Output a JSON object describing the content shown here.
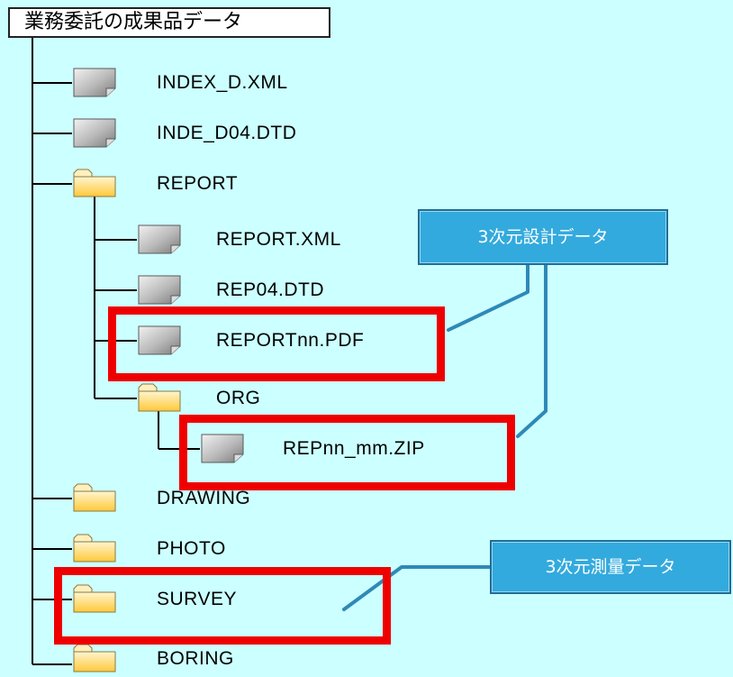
{
  "root": {
    "title": "業務委託の成果品データ"
  },
  "files": {
    "index_xml": "INDEX_D.XML",
    "index_dtd": "INDE_D04.DTD"
  },
  "report": {
    "folder": "REPORT",
    "xml": "REPORT.XML",
    "dtd": "REP04.DTD",
    "pdf": "REPORTnn.PDF",
    "org": {
      "folder": "ORG",
      "zip": "REPnn_mm.ZIP"
    }
  },
  "folders": {
    "drawing": "DRAWING",
    "photo": "PHOTO",
    "survey": "SURVEY",
    "boring": "BORING"
  },
  "callouts": {
    "design": "3次元設計データ",
    "survey": "3次元測量データ"
  },
  "colors": {
    "background": "#ccffff",
    "highlight": "#ee0000",
    "callout_fill": "#33aadd",
    "connector": "#2e89b8",
    "folder_fill": "#ffd86a",
    "file_fill": "#b0b0b0"
  },
  "icons": {
    "file": "file-icon",
    "folder": "folder-icon"
  }
}
